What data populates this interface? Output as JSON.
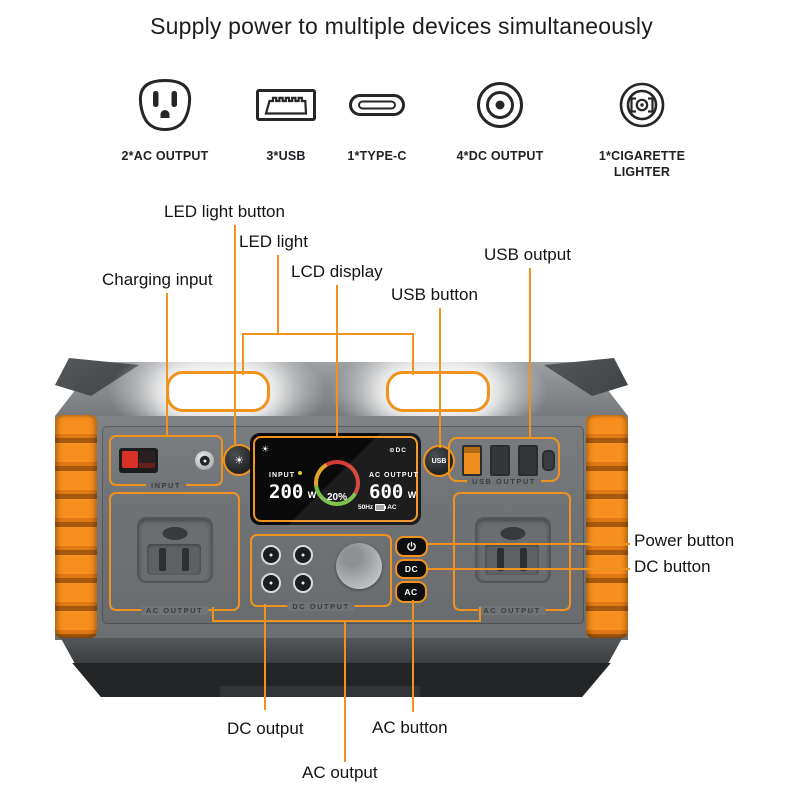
{
  "title": "Supply power to multiple devices simultaneously",
  "features": [
    {
      "icon": "ac-outlet-icon",
      "label": "2*AC OUTPUT"
    },
    {
      "icon": "usb-icon",
      "label": "3*USB"
    },
    {
      "icon": "type-c-icon",
      "label": "1*TYPE-C"
    },
    {
      "icon": "dc-output-icon",
      "label": "4*DC OUTPUT"
    },
    {
      "icon": "cigarette-lighter-icon",
      "label": "1*CIGARETTE LIGHTER"
    }
  ],
  "callouts": {
    "led_light_button": "LED light button",
    "led_light": "LED light",
    "charging_input": "Charging input",
    "lcd_display": "LCD display",
    "usb_button": "USB button",
    "usb_output": "USB output",
    "power_button": "Power button",
    "dc_button": "DC button",
    "dc_output": "DC output",
    "ac_button": "AC button",
    "ac_output": "AC output"
  },
  "device": {
    "panel_labels": {
      "input": "INPUT",
      "usb_output": "USB OUTPUT",
      "ac_output_left": "AC OUTPUT",
      "ac_output_right": "AC OUTPUT",
      "dc_output": "DC OUTPUT"
    },
    "buttons": {
      "usb": "USB",
      "dc": "DC",
      "ac": "AC"
    },
    "lcd": {
      "dc_indicator": "DC",
      "input_label": "INPUT",
      "input_value": "200",
      "input_unit": "W",
      "ac_output_label": "AC OUTPUT",
      "ac_output_value": "600",
      "ac_output_unit": "W",
      "battery_percent": "20%",
      "freq_label": "50Hz",
      "ac_label": "AC"
    }
  },
  "colors": {
    "accent_orange": "#F0921E",
    "body_gray": "#75787B",
    "screen_black": "#0A0A0B",
    "connector_red": "#D93127",
    "gauge_green": "#74BF41",
    "gauge_red": "#D23C30"
  }
}
